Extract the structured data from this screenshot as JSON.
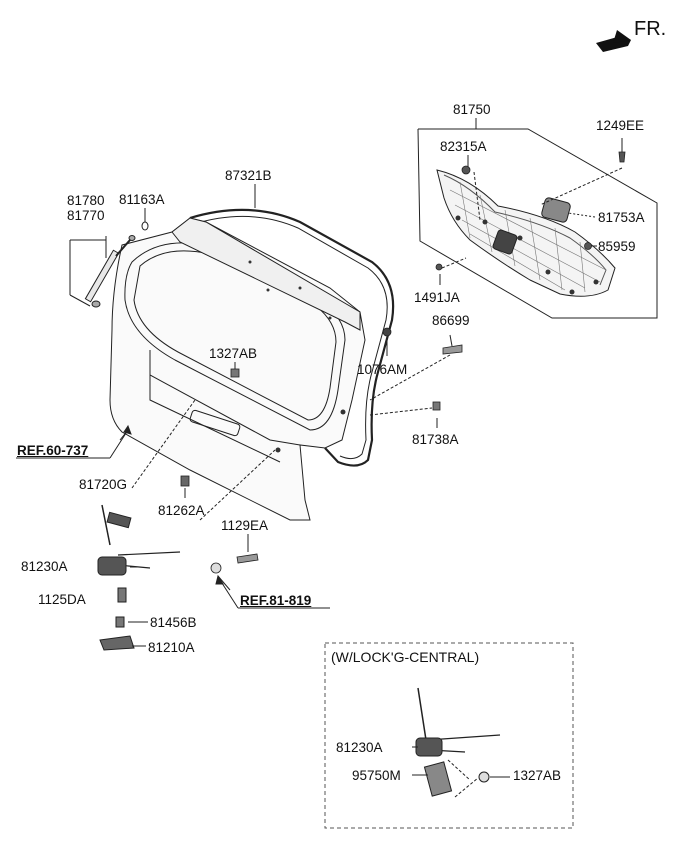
{
  "direction": {
    "label": "FR."
  },
  "labels": {
    "p81750": "81750",
    "p1249EE": "1249EE",
    "p82315A": "82315A",
    "p81753A": "81753A",
    "p85959": "85959",
    "p1491JA": "1491JA",
    "p87321B": "87321B",
    "p81780": "81780",
    "p81770": "81770",
    "p81163A": "81163A",
    "p86699": "86699",
    "p1327AB_top": "1327AB",
    "p1076AM": "1076AM",
    "p81738A": "81738A",
    "p81720G": "81720G",
    "p81262A": "81262A",
    "p1129EA": "1129EA",
    "p81230A": "81230A",
    "p1125DA": "1125DA",
    "p81456B": "81456B",
    "p81210A": "81210A",
    "p81230A_box": "81230A",
    "p95750M": "95750M",
    "p1327AB_box": "1327AB"
  },
  "references": {
    "ref60": "REF.60-737",
    "ref81": "REF.81-819"
  },
  "optional_box": {
    "title": "(W/LOCK'G-CENTRAL)"
  }
}
